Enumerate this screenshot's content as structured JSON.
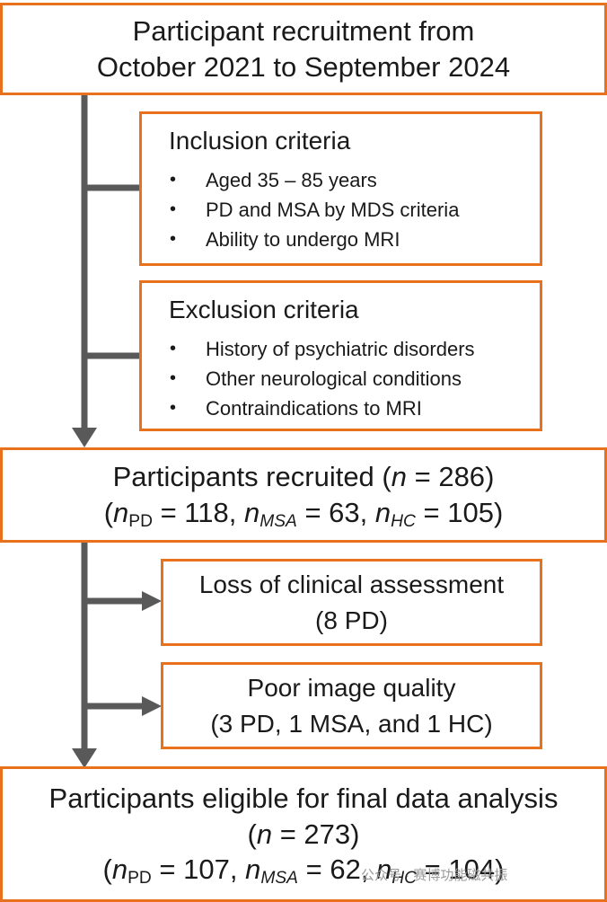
{
  "recruitment": {
    "line1": "Participant recruitment from",
    "line2": "October 2021 to September 2024"
  },
  "inclusion": {
    "title": "Inclusion criteria",
    "items": [
      "Aged 35 – 85 years",
      "PD and MSA by MDS criteria",
      "Ability to undergo MRI"
    ]
  },
  "exclusion": {
    "title": "Exclusion criteria",
    "items": [
      "History of psychiatric disorders",
      "Other neurological conditions",
      "Contraindications to MRI"
    ]
  },
  "recruited": {
    "prefix": "Participants recruited (",
    "n_symbol": "n",
    "eq": " = ",
    "n_value": "286",
    "suffix": ")",
    "pd_label": "PD",
    "pd_value": "118",
    "msa_label": "MSA",
    "msa_value": "63",
    "hc_label": "HC",
    "hc_value": "105"
  },
  "loss": {
    "line1": "Loss of clinical assessment",
    "line2": "(8 PD)"
  },
  "quality": {
    "line1": "Poor image quality",
    "line2": "(3 PD, 1 MSA, and 1 HC)"
  },
  "final": {
    "line1": "Participants eligible for final data analysis",
    "n_symbol": "n",
    "n_value": "273",
    "pd_label": "PD",
    "pd_value": "107",
    "msa_label": "MSA",
    "msa_value": "62",
    "hc_label": "HC",
    "hc_value": "104"
  },
  "watermark": "公众号 · 赛博功能磁共振",
  "colors": {
    "border": "#e8711e",
    "connector": "#595959",
    "text": "#1a1a1a"
  }
}
